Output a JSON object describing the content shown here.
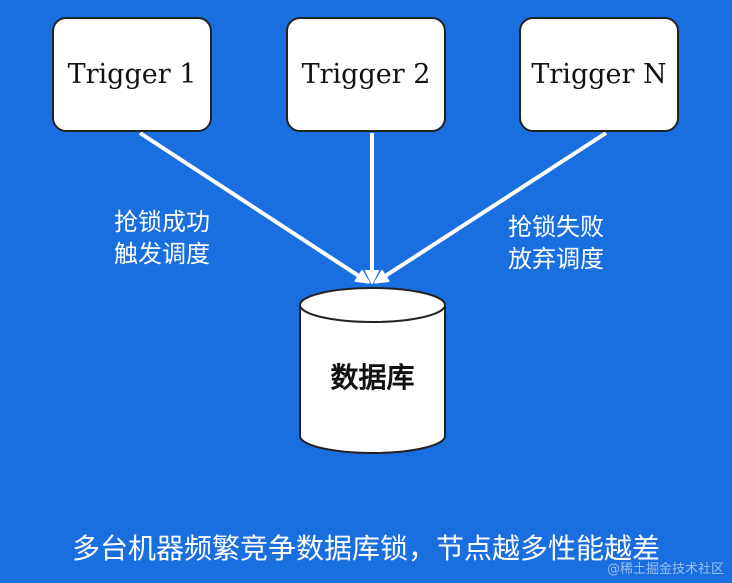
{
  "triggers": {
    "t1": "Trigger 1",
    "t2": "Trigger 2",
    "tn": "Trigger N"
  },
  "edges": {
    "success_line1": "抢锁成功",
    "success_line2": "触发调度",
    "fail_line1": "抢锁失败",
    "fail_line2": "放弃调度"
  },
  "database": {
    "label": "数据库"
  },
  "caption": "多台机器频繁竞争数据库锁，节点越多性能越差",
  "watermark": "@稀土掘金技术社区",
  "colors": {
    "background": "#1a6fe0",
    "box_fill": "#ffffff",
    "line": "#ffffff"
  }
}
